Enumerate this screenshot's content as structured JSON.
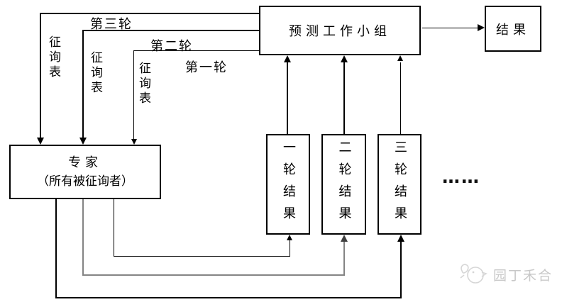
{
  "colors": {
    "line_black": "#000000",
    "line_gray": "#848484",
    "watermark_text": "#c8c8c8",
    "watermark_logo": "#d6d6d6"
  },
  "diagram": {
    "work_group_label": "预测工作小组",
    "final_result_label": "结果",
    "experts": {
      "title": "专家",
      "subtitle": "（所有被征询者）"
    },
    "round_labels": {
      "third": "第三轮",
      "second": "第二轮",
      "first": "第一轮"
    },
    "form_labels": {
      "col1": "征询表",
      "col2": "征询表",
      "col3": "征询表"
    },
    "round_results": {
      "first": "一轮结果",
      "second": "二轮结果",
      "third": "三轮结果"
    },
    "ellipsis": "……",
    "watermark": {
      "text": "园丁禾合"
    }
  }
}
